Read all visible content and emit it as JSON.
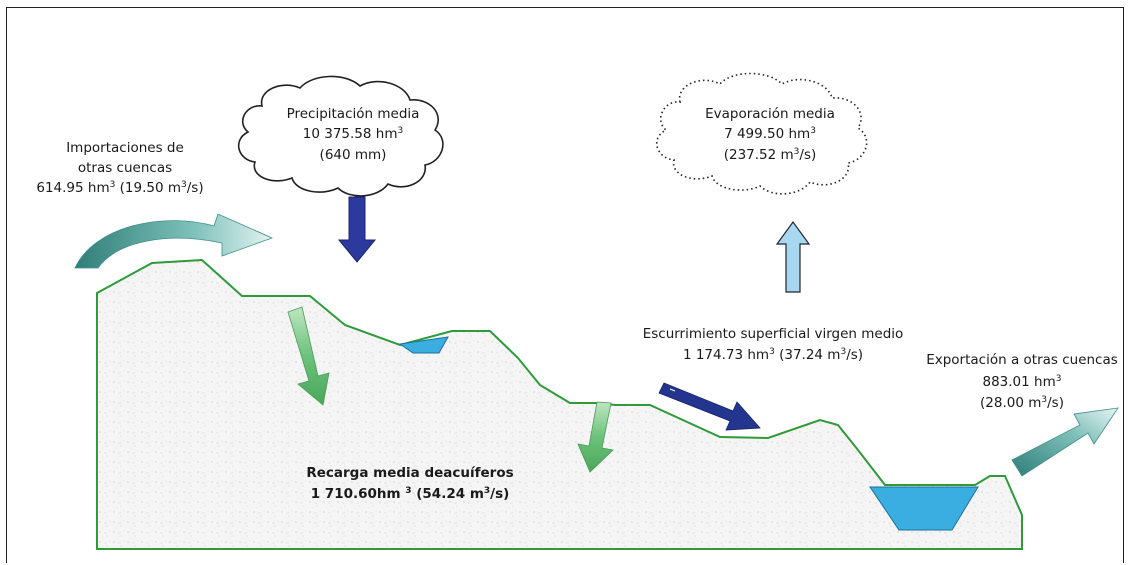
{
  "precipitation": {
    "title": "Precipitación media",
    "volume_num": "10 375.58 hm",
    "volume_exp": "3",
    "depth": "(640 mm)"
  },
  "evaporation": {
    "title": "Evaporación media",
    "volume_num": "7 499.50 hm",
    "volume_exp": "3",
    "flow_num": "(237.52 m",
    "flow_exp": "3",
    "flow_unit": "/s)"
  },
  "imports": {
    "line1": "Importaciones de",
    "line2": "otras cuencas",
    "vol_num": "614.95 hm",
    "vol_exp": "3",
    "flow_num": " (19.50 m",
    "flow_exp": "3",
    "flow_unit": "/s)"
  },
  "runoff": {
    "title": "Escurrimiento superficial virgen medio",
    "vol_num": "1 174.73 hm",
    "vol_exp": "3",
    "flow_num": " (37.24 m",
    "flow_exp": "3",
    "flow_unit": "/s)"
  },
  "exports": {
    "title": "Exportación a otras cuencas",
    "vol_num": "883.01 hm",
    "vol_exp": "3",
    "flow_num": "(28.00 m",
    "flow_exp": "3",
    "flow_unit": "/s)"
  },
  "recharge": {
    "title": "Recarga media deacuíferos",
    "vol_num": "1 710.60hm ",
    "vol_exp": "3",
    "flow_num": " (54.24 m",
    "flow_exp": "3",
    "flow_unit": "/s)"
  },
  "colors": {
    "terrain_outline": "#2e9a3a",
    "terrain_fill": "#f4f4f4",
    "water": "#3aaee0",
    "precip_arrow": "#2b3a9c",
    "evap_arrow": "#a8d8f0",
    "recharge_arrow": "#5cb86a",
    "transfer_arrow": "#3f8f8a",
    "runoff_arrow": "#24358f"
  }
}
